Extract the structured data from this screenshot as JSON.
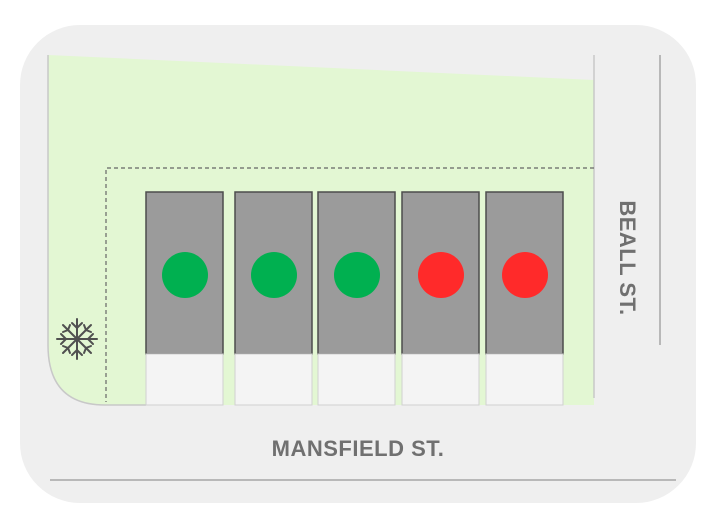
{
  "streets": {
    "bottom": {
      "label": "MANSFIELD ST."
    },
    "right": {
      "label": "BEALL ST."
    }
  },
  "colors": {
    "background": "#ffffff",
    "road": "#efefef",
    "road_edge": "#b8b8b8",
    "lawn": "#e3f7d3",
    "lot_fill": "#9b9b9b",
    "lot_stroke": "#4d4d4d",
    "driveway": "#f4f4f4",
    "available": "#00b050",
    "sold": "#ff2a2a",
    "tree": "#505050",
    "label": "#707070"
  },
  "tree_icon": "snowflake-tree-icon",
  "lots": [
    {
      "status": "available"
    },
    {
      "status": "available"
    },
    {
      "status": "available"
    },
    {
      "status": "sold"
    },
    {
      "status": "sold"
    }
  ]
}
